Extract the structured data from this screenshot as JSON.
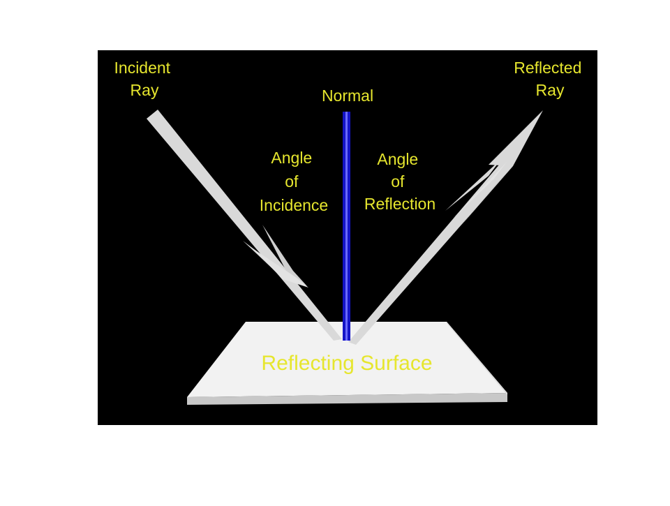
{
  "labels": {
    "incident_ray": [
      "Incident",
      "Ray"
    ],
    "reflected_ray": [
      "Reflected",
      "Ray"
    ],
    "normal": "Normal",
    "angle_incidence": [
      "Angle",
      "of",
      "Incidence"
    ],
    "angle_reflection": [
      "Angle",
      "of",
      "Reflection"
    ],
    "surface": "Reflecting Surface"
  },
  "colors": {
    "background": "#000000",
    "page": "#ffffff",
    "label_text": "#e6e62e",
    "ray_fill": "#d9d9d9",
    "ray_shade": "#bdbdbd",
    "normal_line": "#1414c8",
    "normal_highlight": "#6a6aff",
    "surface_top": "#f2f2f2",
    "surface_edge": "#c8c8c8"
  }
}
